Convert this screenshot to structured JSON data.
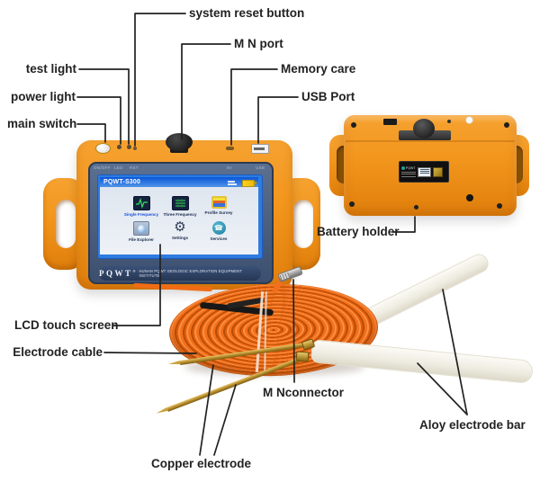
{
  "annotations": {
    "system_reset": "system reset button",
    "mn_port": "M N port",
    "memory_care": "Memory care",
    "usb_port": "USB Port",
    "test_light": "test light",
    "power_light": "power light",
    "main_switch": "main switch",
    "lcd": "LCD touch screen",
    "electrode_cable": "Electrode cable",
    "mn_connector": "M Nconnector",
    "copper_electrode": "Copper electrode",
    "aloy_bar": "Aloy electrode bar",
    "battery_holder": "Battery holder"
  },
  "device_screen": {
    "title": "PQWT-S300",
    "apps": [
      "Single Frequency",
      "Three Frequency",
      "Profile Survey",
      "File Explorer",
      "Settings",
      "Services"
    ],
    "brand": "PQWT",
    "reg": "®",
    "institute": "HUNAN PQWT GEOLOGIC EXPLORATION EQUIPMENT INSTITUTE"
  },
  "panel_ports": {
    "on_off": "ON/OFF",
    "led": "LED",
    "rst": "RST",
    "five_v": "5V",
    "usb": "USB"
  },
  "battery_plate": {
    "brand": "PQWT"
  },
  "icons": [
    "waveform-icon",
    "three-frequency-icon",
    "profile-map-icon",
    "lens-icon",
    "gear-icon",
    "phone-icon",
    "battery-icon"
  ],
  "colors": {
    "device_orange": "#f2951c",
    "screen_frame_blue": "#2f7be0",
    "titlebar_blue": "#0a57d8",
    "navy_bar": "#2e4265",
    "cable_orange": "#f2701c",
    "brass": "#c9a23c",
    "annotation_line": "#222222"
  }
}
